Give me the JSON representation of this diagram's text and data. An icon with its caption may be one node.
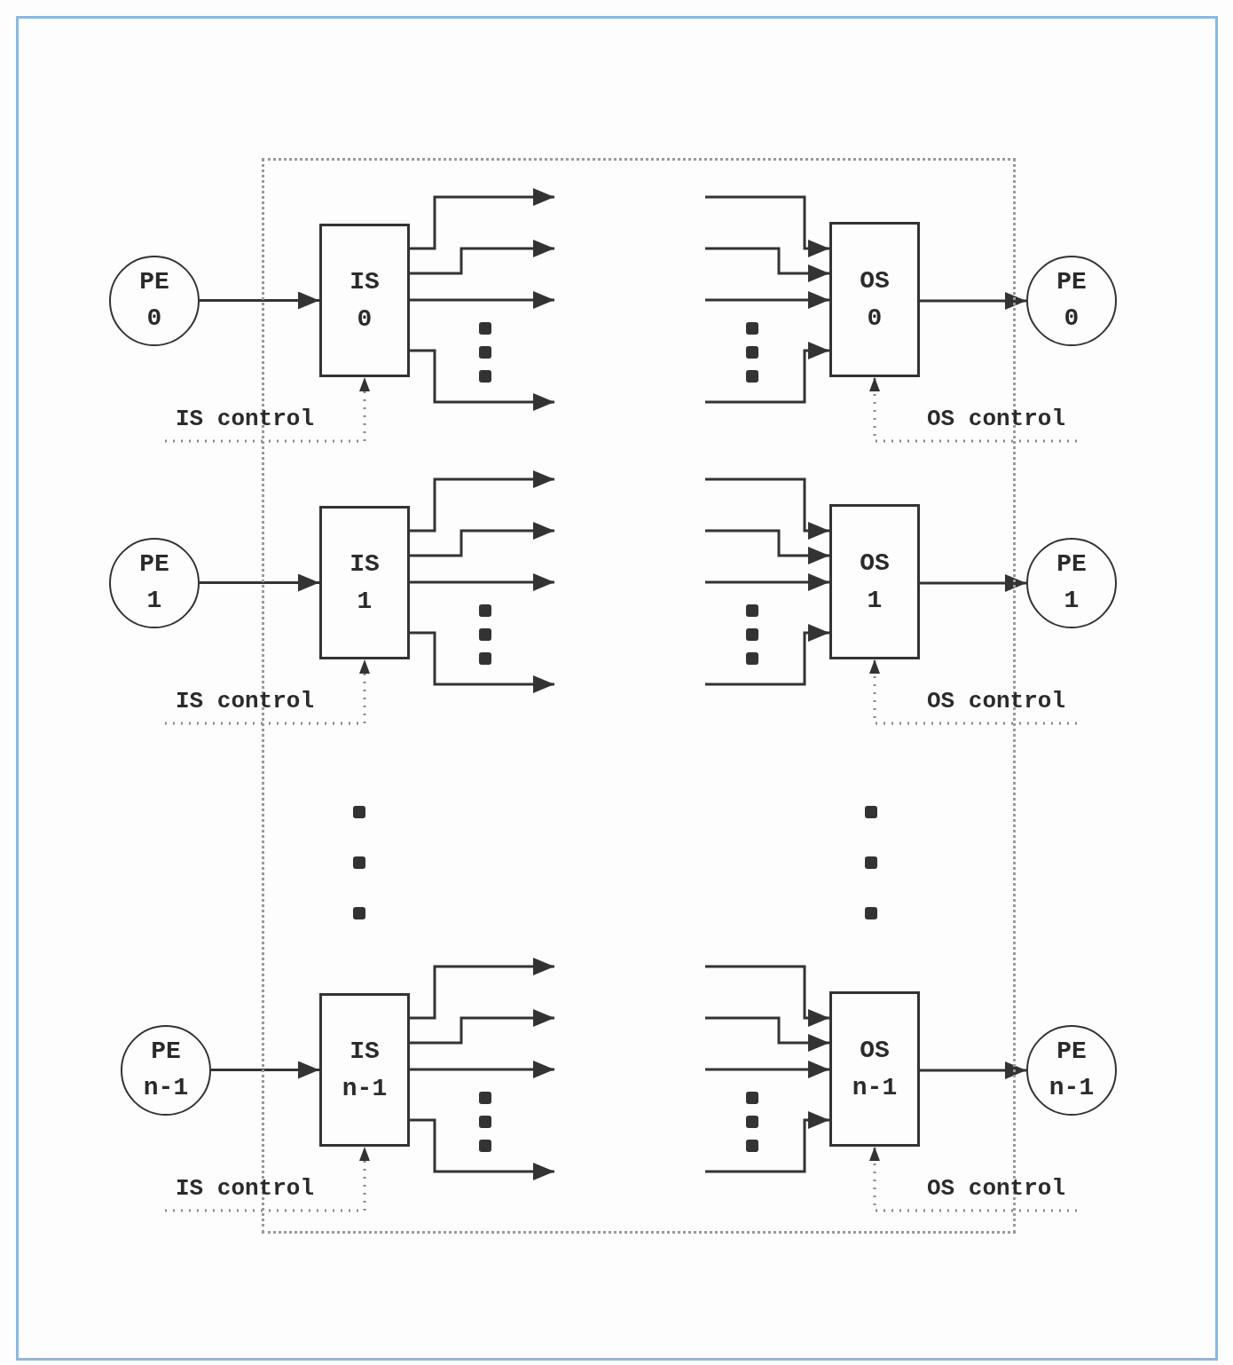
{
  "diagram": {
    "nodes": [
      {
        "text": [],
        "shape": "box"
      },
      {
        "text": [
          "PE 0"
        ]
      },
      {
        "text": [
          "IS 0"
        ],
        "in": 0
      },
      {
        "text": [
          "OS 0"
        ],
        "in": 0
      },
      {
        "text": [
          "PE 0"
        ]
      },
      {
        "text": [
          "IS control"
        ]
      },
      {
        "text": [
          "OS control"
        ]
      },
      {
        "text": [
          "PE 1"
        ]
      },
      {
        "text": [
          "IS 1"
        ],
        "in": 0
      },
      {
        "text": [
          "OS 1"
        ],
        "in": 0
      },
      {
        "text": [
          "PE 1"
        ]
      },
      {
        "text": [
          "IS control"
        ]
      },
      {
        "text": [
          "OS control"
        ]
      },
      {
        "text": [
          "PE n-1"
        ]
      },
      {
        "text": [
          "IS n-1"
        ],
        "in": 0
      },
      {
        "text": [
          "OS n-1"
        ],
        "in": 0
      },
      {
        "text": [
          "PE n-1"
        ]
      },
      {
        "text": [
          "IS control"
        ]
      },
      {
        "text": [
          "OS control"
        ]
      }
    ],
    "edges": [
      {
        "from": 1,
        "to": 2,
        "arrow": "to"
      },
      {
        "from": 2,
        "to": null,
        "arrow": "to"
      },
      {
        "from": 2,
        "to": null,
        "arrow": "to"
      },
      {
        "from": 2,
        "to": null,
        "arrow": "to"
      },
      {
        "from": 2,
        "to": null,
        "arrow": "to"
      },
      {
        "from": null,
        "to": 3,
        "arrow": "to"
      },
      {
        "from": null,
        "to": 3,
        "arrow": "to"
      },
      {
        "from": null,
        "to": 3,
        "arrow": "to"
      },
      {
        "from": null,
        "to": 3,
        "arrow": "to"
      },
      {
        "from": 3,
        "to": 4,
        "arrow": "to"
      },
      {
        "from": 5,
        "to": 2,
        "arrow": "to",
        "style": "dashed"
      },
      {
        "from": 6,
        "to": 3,
        "arrow": "to",
        "style": "dashed"
      },
      {
        "from": 7,
        "to": 8,
        "arrow": "to"
      },
      {
        "from": 8,
        "to": null,
        "arrow": "to"
      },
      {
        "from": 8,
        "to": null,
        "arrow": "to"
      },
      {
        "from": 8,
        "to": null,
        "arrow": "to"
      },
      {
        "from": 8,
        "to": null,
        "arrow": "to"
      },
      {
        "from": null,
        "to": 9,
        "arrow": "to"
      },
      {
        "from": null,
        "to": 9,
        "arrow": "to"
      },
      {
        "from": null,
        "to": 9,
        "arrow": "to"
      },
      {
        "from": null,
        "to": 9,
        "arrow": "to"
      },
      {
        "from": 9,
        "to": 10,
        "arrow": "to"
      },
      {
        "from": 11,
        "to": 8,
        "arrow": "to",
        "style": "dashed"
      },
      {
        "from": 12,
        "to": 9,
        "arrow": "to",
        "style": "dashed"
      },
      {
        "from": 13,
        "to": 14,
        "arrow": "to"
      },
      {
        "from": 14,
        "to": null,
        "arrow": "to"
      },
      {
        "from": 14,
        "to": null,
        "arrow": "to"
      },
      {
        "from": 14,
        "to": null,
        "arrow": "to"
      },
      {
        "from": 14,
        "to": null,
        "arrow": "to"
      },
      {
        "from": null,
        "to": 15,
        "arrow": "to"
      },
      {
        "from": null,
        "to": 15,
        "arrow": "to"
      },
      {
        "from": null,
        "to": 15,
        "arrow": "to"
      },
      {
        "from": null,
        "to": 15,
        "arrow": "to"
      },
      {
        "from": 15,
        "to": 16,
        "arrow": "to"
      },
      {
        "from": 17,
        "to": 14,
        "arrow": "to",
        "style": "dashed"
      },
      {
        "from": 18,
        "to": 15,
        "arrow": "to",
        "style": "dashed"
      }
    ]
  }
}
